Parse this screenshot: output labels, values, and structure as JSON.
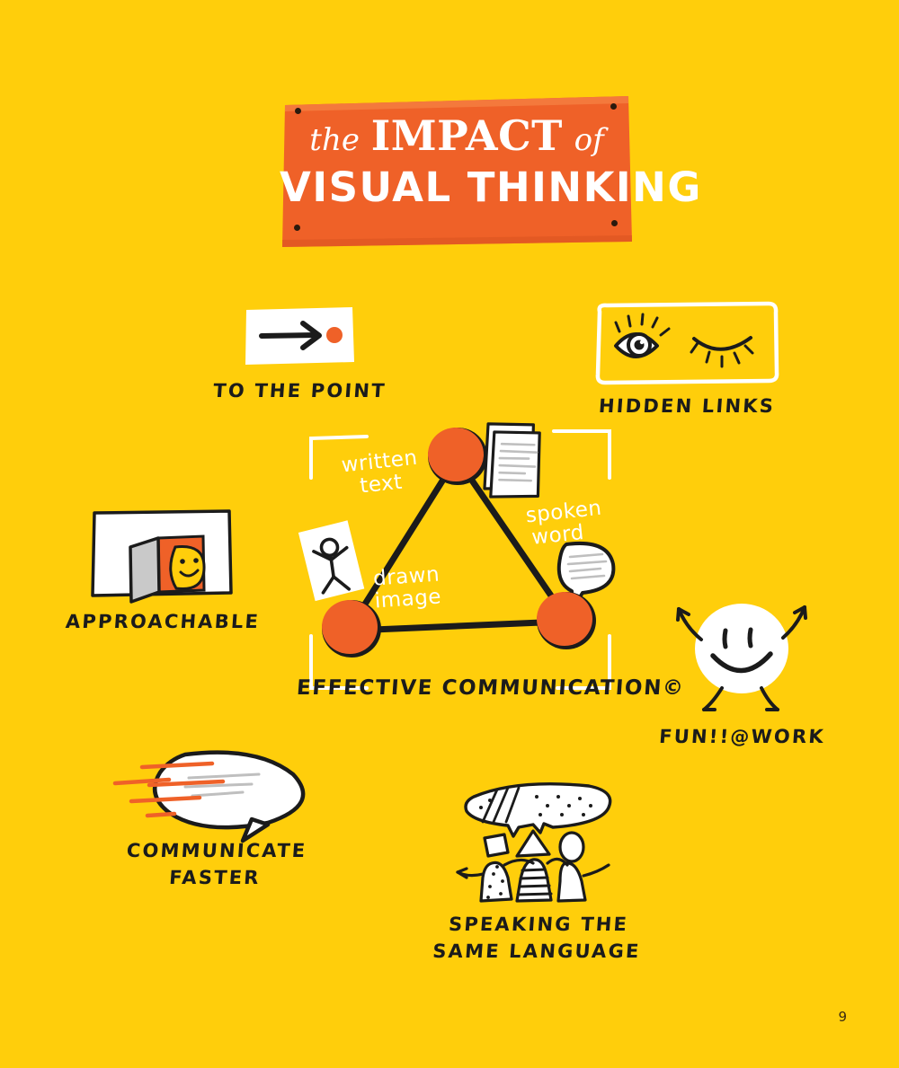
{
  "page": {
    "background_color": "#FFCE0B",
    "accent_orange": "#EF6128",
    "ink_color": "#1B1B1B",
    "paper_white": "#FFFFFF",
    "page_number": "9"
  },
  "banner": {
    "color": "#EF6128",
    "line1_prefix": "the",
    "line1_main": "IMPACT",
    "line1_suffix": "of",
    "line2": "VISUAL THINKING"
  },
  "concepts": [
    {
      "id": "to-the-point",
      "label": "TO THE POINT",
      "icon": "arrow-to-dot-card-icon"
    },
    {
      "id": "hidden-links",
      "label": "HIDDEN LINKS",
      "icon": "winking-eyes-icon"
    },
    {
      "id": "approachable",
      "label": "APPROACHABLE",
      "icon": "open-door-smiley-icon"
    },
    {
      "id": "fun-at-work",
      "label": "FUN!!@WORK",
      "icon": "dancing-smiley-icon"
    },
    {
      "id": "communicate-faster",
      "label_line1": "COMMUNICATE",
      "label_line2": "FASTER",
      "icon": "speedy-speech-bubble-icon"
    },
    {
      "id": "speaking-same-language",
      "label_line1": "SPEAKING THE",
      "label_line2": "SAME LANGUAGE",
      "icon": "three-people-shared-bubble-icon"
    }
  ],
  "diagram": {
    "title": "EFFECTIVE COMMUNICATION©",
    "nodes": [
      {
        "id": "written-text",
        "label_line1": "written",
        "label_line2": "text",
        "icon": "stacked-papers-icon"
      },
      {
        "id": "spoken-word",
        "label_line1": "spoken",
        "label_line2": "word",
        "icon": "speech-bubble-icon"
      },
      {
        "id": "drawn-image",
        "label_line1": "drawn",
        "label_line2": "image",
        "icon": "stick-figure-card-icon"
      }
    ]
  }
}
